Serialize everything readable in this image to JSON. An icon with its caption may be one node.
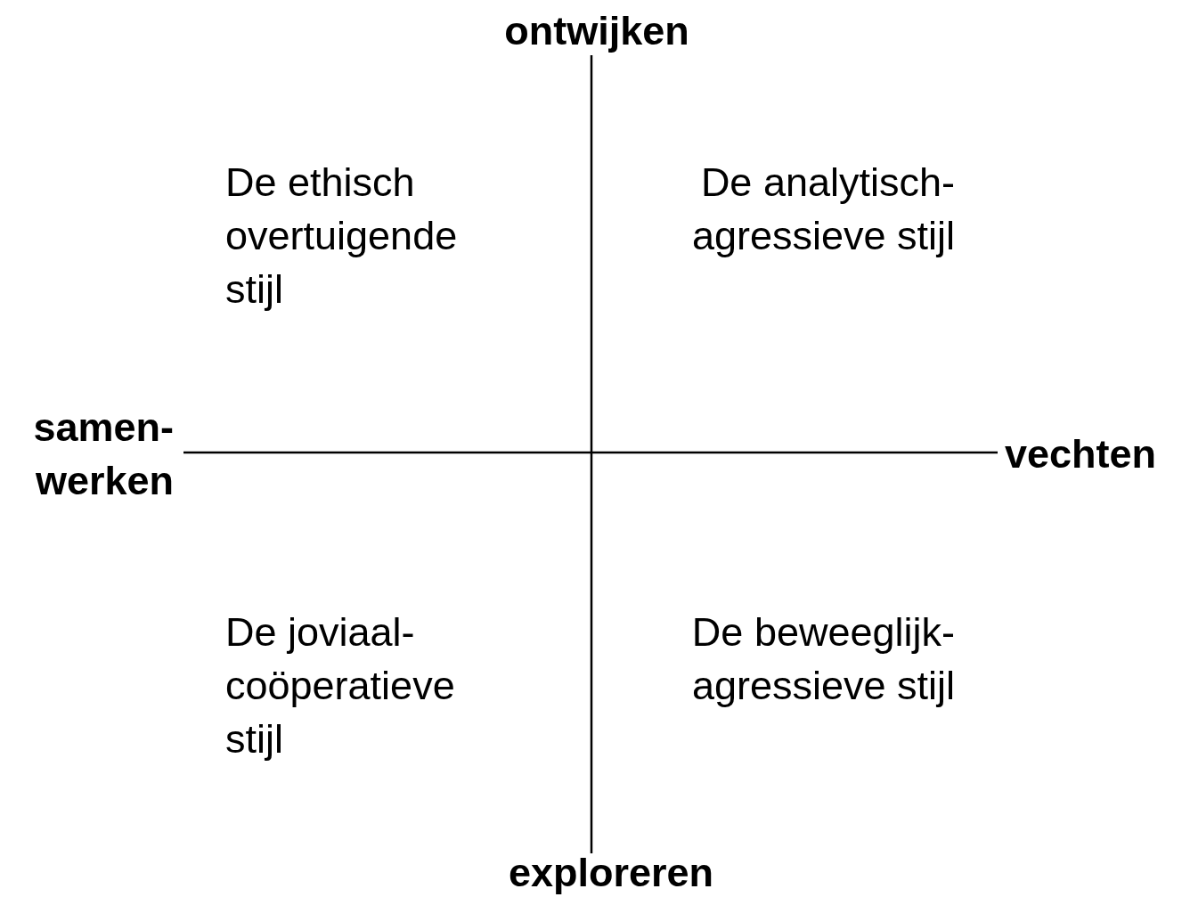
{
  "diagram": {
    "labels": [
      "ontwijken",
      "De ethisch overtuigende stijl",
      "De analytisch- agressieve stijl",
      "samen- werken",
      "vechten",
      "De joviaal- coöperatieve stijl",
      "De beweeglijk- agressieve stijl",
      "exploreren"
    ]
  }
}
